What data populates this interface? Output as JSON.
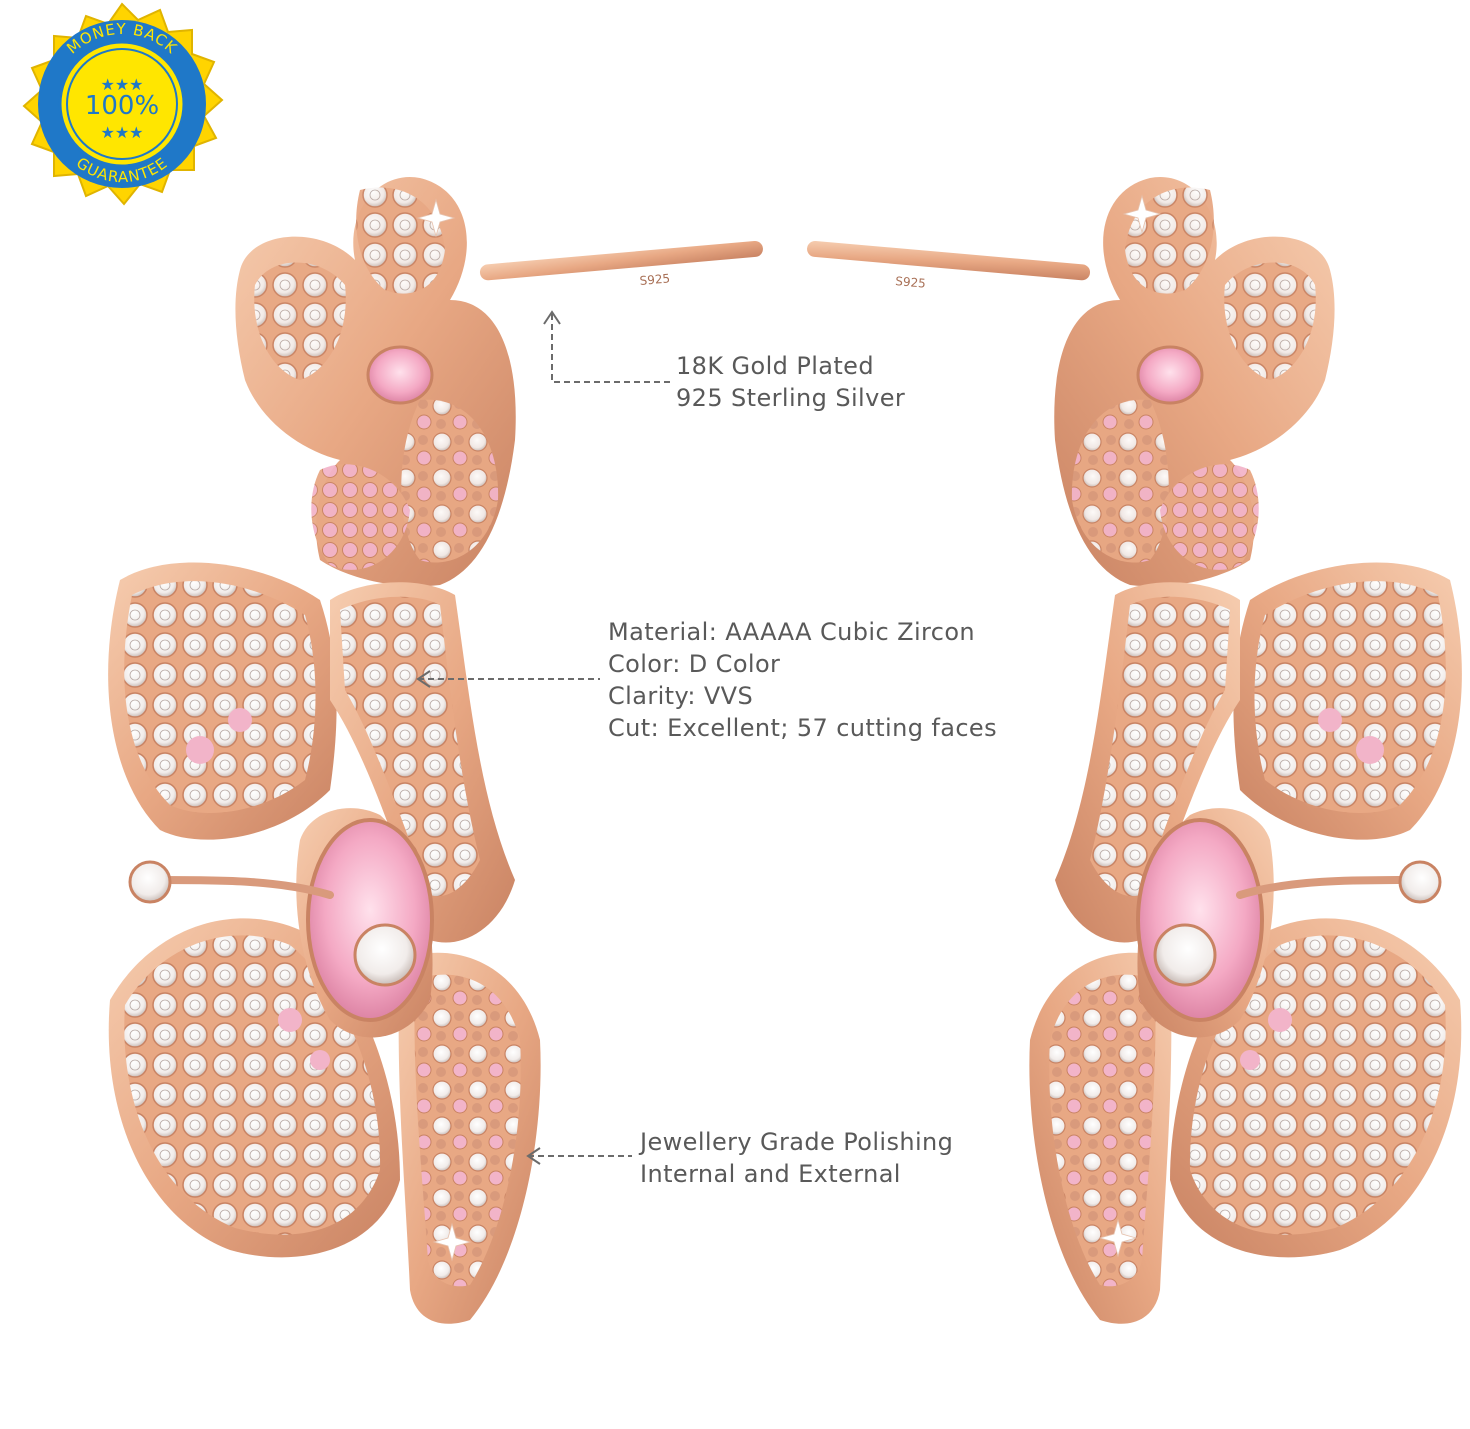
{
  "badge": {
    "top_text": "MONEY BACK",
    "center_text": "100%",
    "bottom_text": "GUARANTEE",
    "stars_top": "★★★",
    "stars_bottom": "★★★",
    "colors": {
      "outer": "#ffd400",
      "ring": "#1f78c8",
      "center": "#ffe600"
    }
  },
  "posts": {
    "left_stamp": "S925",
    "right_stamp": "S925"
  },
  "callouts": {
    "plating": {
      "line1": "18K Gold Plated",
      "line2": "925 Sterling Silver"
    },
    "stone": {
      "line1": "Material: AAAAA Cubic Zircon",
      "line2": "Color: D Color",
      "line3": "Clarity: VVS",
      "line4": "Cut: Excellent; 57 cutting faces"
    },
    "polish": {
      "line1": "Jewellery Grade Polishing",
      "line2": "Internal and External"
    }
  },
  "colors": {
    "rose_gold": "#e8a884",
    "rose_gold_dark": "#c98363",
    "pink_stone": "#f4a9c4",
    "text": "#595959"
  },
  "icons": [
    "guarantee-badge-icon",
    "butterfly-earring-left",
    "butterfly-earring-right",
    "arrow-up-icon",
    "arrow-left-icon"
  ]
}
